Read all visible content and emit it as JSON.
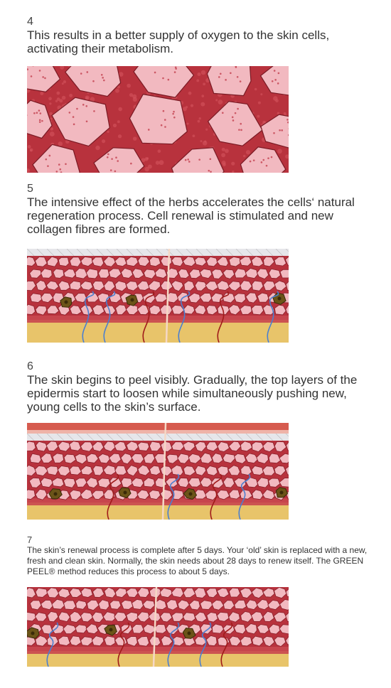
{
  "steps": [
    {
      "number": "4",
      "text": "This results in a better supply of oxygen to the skin cells, activating their metabolism."
    },
    {
      "number": "5",
      "text": "The intensive effect of the herbs accelerates the cells‘ natural regeneration process. Cell renewal is stimulated and new collagen fibres are formed."
    },
    {
      "number": "6",
      "text": "The skin begins to peel visibly. Gradually, the top layers of the epidermis start to loosen while simultaneously pushing new, young cells to the skin’s surface."
    },
    {
      "number": "7",
      "text": "The skin’s renewal process is complete after 5 days. Your ‘old’ skin is replaced with a new, fresh and clean skin. Normally, the skin needs about 28 days to renew itself. The GREEN PEEL® method reduces this process to about 5 days."
    }
  ],
  "colors": {
    "cell_fill": "#f2b9c0",
    "cell_stroke": "#8a1f2a",
    "tissue": "#b8323d",
    "dermis": "#e8c46a",
    "vein": "#4a7fd0",
    "artery": "#a01a1a",
    "melanocyte": "#6b5418"
  }
}
